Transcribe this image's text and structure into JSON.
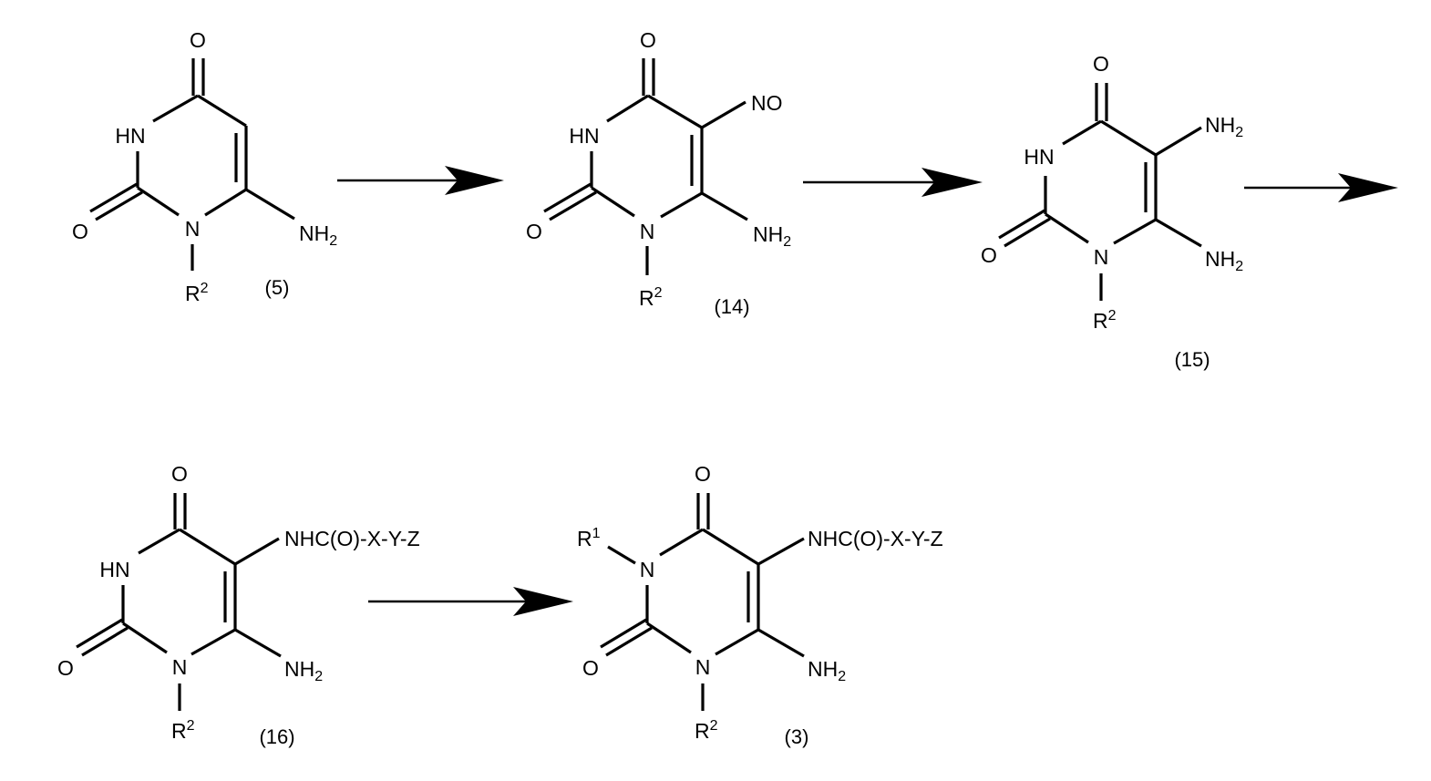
{
  "atoms": {
    "O": "O",
    "HN": "HN",
    "N": "N",
    "NH": "NH",
    "NO": "NO",
    "R": "R",
    "two": "2",
    "one": "1",
    "side_chain": "NHC(O)-X-Y-Z"
  },
  "compounds": [
    {
      "id": "5",
      "label": "(5)"
    },
    {
      "id": "14",
      "label": "(14)"
    },
    {
      "id": "15",
      "label": "(15)"
    },
    {
      "id": "16",
      "label": "(16)"
    },
    {
      "id": "3",
      "label": "(3)"
    }
  ]
}
